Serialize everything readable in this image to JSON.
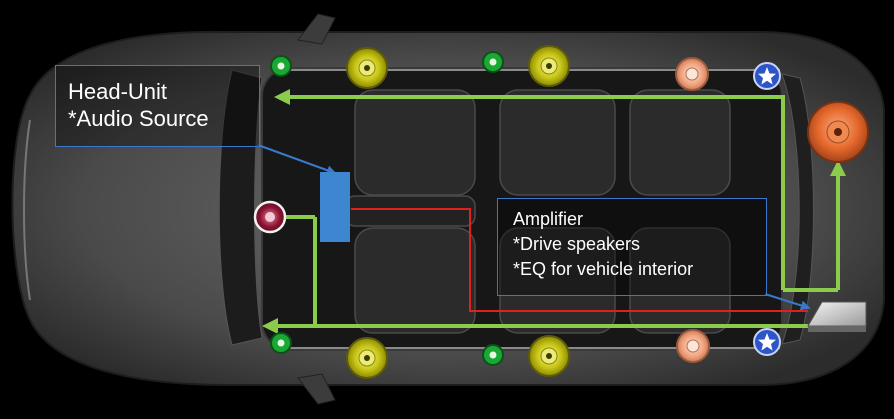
{
  "head_unit": {
    "title": "Head-Unit",
    "subtitle": "*Audio Source"
  },
  "amplifier": {
    "title": "Amplifier",
    "line1": "*Drive speakers",
    "line2": "*EQ for vehicle interior"
  },
  "colors": {
    "signal_line": "#8ccc4c",
    "head_unit_to_amp_line": "#e0201e",
    "label_border": "#3a78c9",
    "head_unit_block": "#3f86d0",
    "tweeter": "#1aa834",
    "midrange": "#c8c614",
    "rear_speaker": "#f1a582",
    "surround_speaker": "#2d55c8",
    "subwoofer": "#e6692c",
    "center_speaker": "#8e1232",
    "background": "#000000"
  },
  "icons": {
    "surround": "star-icon"
  }
}
